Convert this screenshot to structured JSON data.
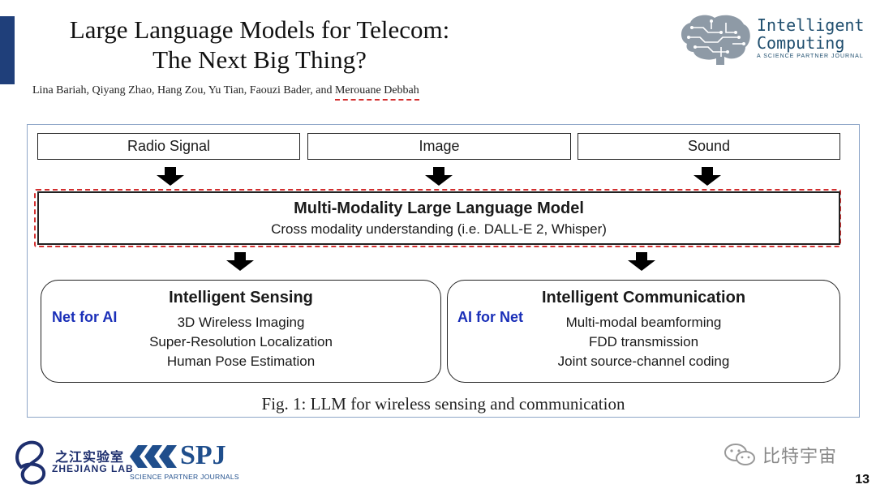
{
  "slide": {
    "title_line1": "Large Language Models for Telecom:",
    "title_line2": "The Next Big Thing?",
    "authors_prefix": "Lina Bariah, Qiyang Zhao, Hang Zou, Yu Tian, Faouzi Bader, and ",
    "authors_highlight": "Merouane Debbah",
    "page_number": "13"
  },
  "journal_logo": {
    "line1": "Intelligent",
    "line2": "Computing",
    "line3": "A SCIENCE PARTNER JOURNAL"
  },
  "figure": {
    "inputs": [
      "Radio Signal",
      "Image",
      "Sound"
    ],
    "llm_title": "Multi-Modality Large Language Model",
    "llm_subtitle": "Cross modality understanding (i.e. DALL-E 2, Whisper)",
    "left_panel": {
      "tag": "Net for AI",
      "title": "Intelligent Sensing",
      "items": [
        "3D Wireless Imaging",
        "Super-Resolution Localization",
        "Human Pose Estimation"
      ]
    },
    "right_panel": {
      "tag": "AI for Net",
      "title": "Intelligent Communication",
      "items": [
        "Multi-modal beamforming",
        "FDD transmission",
        "Joint source-channel coding"
      ]
    },
    "caption": "Fig. 1: LLM for wireless sensing and communication"
  },
  "footer": {
    "zhejiang_cn": "之江实验室",
    "zhejiang_en": "ZHEJIANG LAB",
    "spj_text": "SPJ",
    "spj_sub": "SCIENCE PARTNER JOURNALS",
    "wechat_name": "比特宇宙"
  },
  "colors": {
    "accent_bar": "#1f3f7a",
    "tag_blue": "#1a2fb8",
    "highlight_red": "#d32f2f",
    "logo_navy": "#1f4e6e"
  }
}
